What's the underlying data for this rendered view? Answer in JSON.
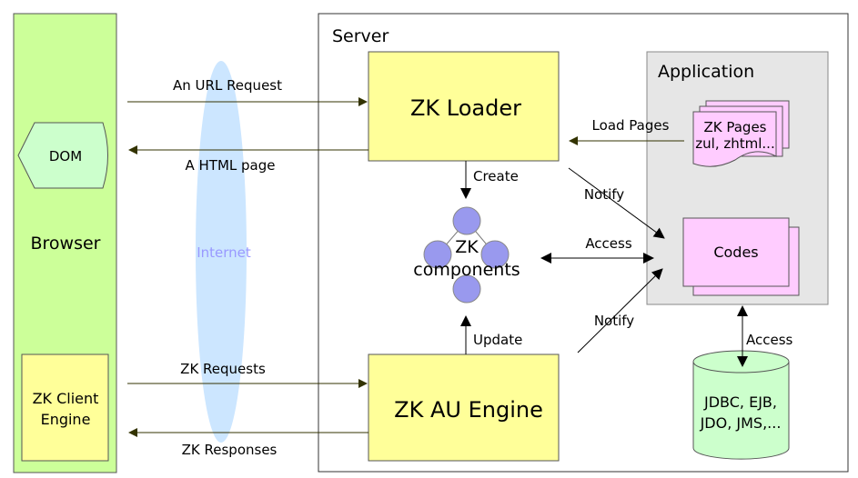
{
  "browser": {
    "title": "Browser",
    "dom_label": "DOM",
    "client_engine_line1": "ZK Client",
    "client_engine_line2": "Engine",
    "fill": "#ccff99"
  },
  "internet": {
    "label": "Internet",
    "fill": "#cce6ff",
    "text_color": "#9999ff"
  },
  "server": {
    "title": "Server",
    "loader": "ZK Loader",
    "au_engine": "ZK AU Engine",
    "components_line1": "ZK",
    "components_line2": "components",
    "component_color": "#9999ee",
    "box_fill": "#ffff99"
  },
  "application": {
    "title": "Application",
    "pages_line1": "ZK Pages",
    "pages_line2": "zul, zhtml...",
    "codes": "Codes",
    "pink": "#ffccff",
    "fill": "#e6e6e6"
  },
  "database": {
    "line1": "JDBC, EJB,",
    "line2": "JDO, JMS,...",
    "fill": "#ccffcc"
  },
  "arrows": {
    "url_request": "An URL Request",
    "html_page": "A HTML page",
    "zk_requests": "ZK Requests",
    "zk_responses": "ZK Responses",
    "load_pages": "Load Pages",
    "create": "Create",
    "update": "Update",
    "access_components": "Access",
    "notify_top": "Notify",
    "notify_bottom": "Notify",
    "access_db": "Access"
  }
}
